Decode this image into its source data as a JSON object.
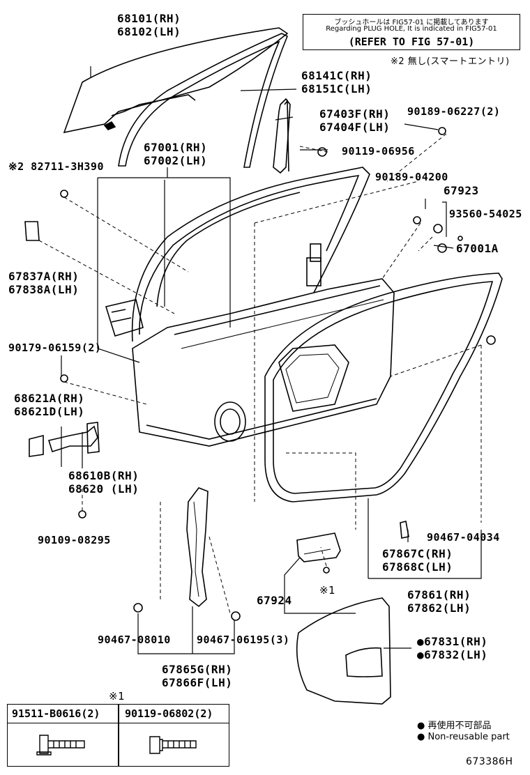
{
  "note": {
    "line1": "ブッシュホールは FIG57-01 に掲載してあります",
    "line2": "Regarding PLUG HOLE, It is indicated in FIG57-01",
    "line3": "(REFER TO FIG 57-01)",
    "footnote2": "※2 無し(スマートエントリ)"
  },
  "labels": {
    "p68101": "68101(RH)",
    "p68102": "68102(LH)",
    "p68141": "68141C(RH)",
    "p68151": "68151C(LH)",
    "p67403": "67403F(RH)",
    "p67404": "67404F(LH)",
    "p90189_06227": "90189-06227(2)",
    "p90119_06956": "90119-06956",
    "p67001": "67001(RH)",
    "p67002": "67002(LH)",
    "p82711": "※2 82711-3H390",
    "p90189_04200": "90189-04200",
    "p67923": "67923",
    "p93560": "93560-54025",
    "p67001A": "67001A",
    "p67837": "67837A(RH)",
    "p67838": "67838A(LH)",
    "p90179": "90179-06159(2)",
    "p68621A": "68621A(RH)",
    "p68621D": "68621D(LH)",
    "p68610": "68610B(RH)",
    "p68620": "68620 (LH)",
    "p90109": "90109-08295",
    "p90467_04034": "90467-04034",
    "p67867": "67867C(RH)",
    "p67868": "67868C(LH)",
    "p67924": "67924",
    "mark1": "※1",
    "p67861": "67861(RH)",
    "p67862": "67862(LH)",
    "p90467_08010": "90467-08010",
    "p90467_06195": "90467-06195(3)",
    "p67831": "●67831(RH)",
    "p67832": "●67832(LH)",
    "p67865": "67865G(RH)",
    "p67866": "67866F(LH)"
  },
  "table": {
    "mark": "※1",
    "col1": "91511-B0616(2)",
    "col2": "90119-06802(2)"
  },
  "legend": {
    "jp": "● 再使用不可部品",
    "en": "● Non-reusable part"
  },
  "figure_id": "673386H"
}
